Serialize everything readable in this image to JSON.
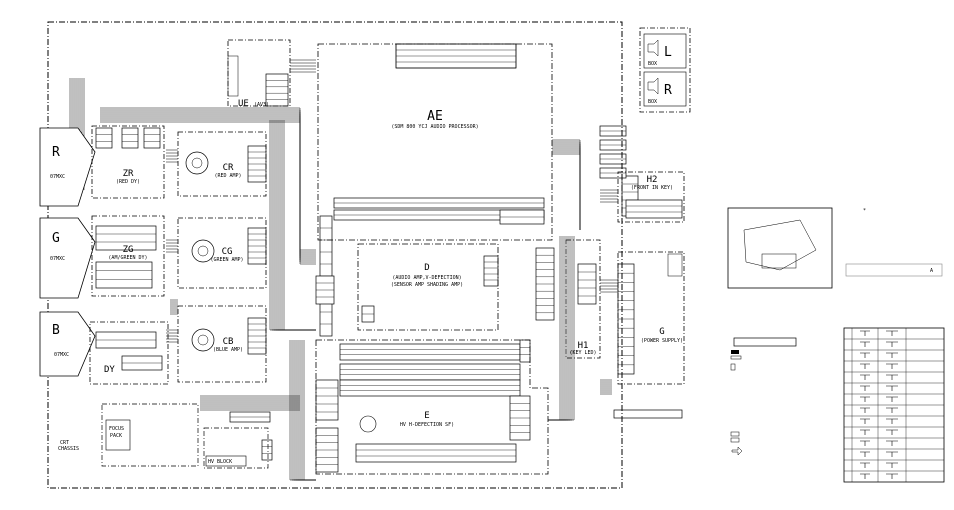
{
  "tubes": [
    {
      "label": "R",
      "model": "07MXC"
    },
    {
      "label": "G",
      "model": "07MXC"
    },
    {
      "label": "B",
      "model": "07MXC"
    }
  ],
  "boards": {
    "zr": {
      "name": "ZR",
      "desc": "(RED DY)"
    },
    "zg": {
      "name": "ZG",
      "desc": "(AM/GREEN DY)"
    },
    "dy": {
      "name": "DY"
    },
    "cr": {
      "name": "CR",
      "desc": "(RED AMP)"
    },
    "cg": {
      "name": "CG",
      "desc": "(GREEN AMP)"
    },
    "cb": {
      "name": "CB",
      "desc": "(BLUE AMP)"
    },
    "ue": {
      "name": "UE",
      "desc": "(AV3)"
    },
    "ae": {
      "name": "AE",
      "desc": "(SDM 800 YCJ AUDIO PROCESSOR)"
    },
    "d": {
      "name": "D",
      "desc1": "(AUDIO AMP,V-DEFECTION)",
      "desc2": "(SENSOR AMP SHADING AMP)"
    },
    "e": {
      "name": "E",
      "desc": "HV H-DEFECTION SF)"
    },
    "h1": {
      "name": "H1",
      "desc": "(KEY LED)"
    },
    "h2": {
      "name": "H2",
      "desc": "(FRONT IN KEY)"
    },
    "g": {
      "name": "G",
      "desc": "(POWER SUPPLY)"
    },
    "focus": {
      "line1": "FOCUS",
      "line2": "PACK"
    },
    "hv": {
      "name": "HV BLOCK"
    },
    "crt": {
      "line1": "CRT",
      "line2": "CHASSIS"
    }
  },
  "speakers": [
    {
      "label": "L",
      "box": "BOX"
    },
    {
      "label": "R",
      "box": "BOX"
    }
  ],
  "notes": {
    "star": "*",
    "warn": "A"
  }
}
